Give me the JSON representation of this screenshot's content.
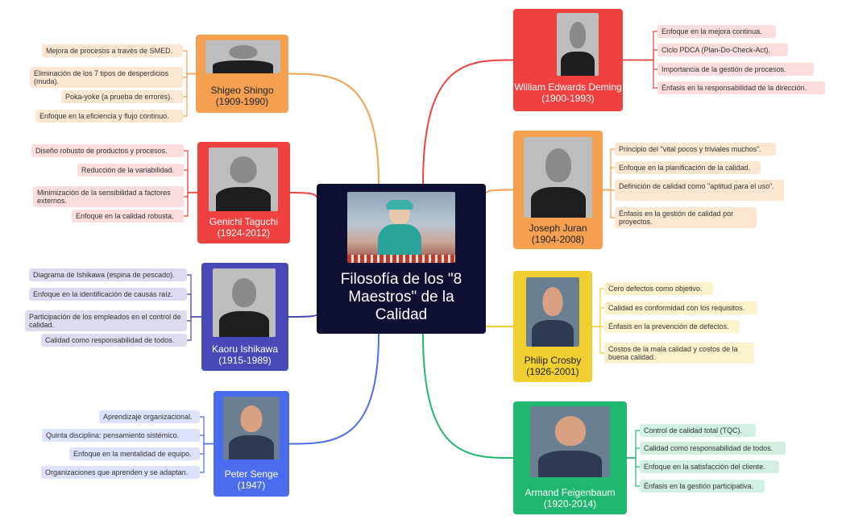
{
  "center": {
    "title": "Filosofía de los \"8 Maestros\" de la Calidad",
    "color": "#0d0f33"
  },
  "masters": [
    {
      "id": "deming",
      "name": "William Edwards Deming",
      "years": "(1900-1993)",
      "color": "#f04040",
      "leaf_bg": "#fcdcdc",
      "items": [
        "Enfoque en la mejora continua.",
        "Ciclo PDCA (Plan-Do-Check-Act).",
        "Importancia de la gestión de procesos.",
        "Énfasis en la responsabilidad de la dirección."
      ]
    },
    {
      "id": "juran",
      "name": "Joseph Juran",
      "years": "(1904-2008)",
      "color": "#f5a050",
      "leaf_bg": "#fde7d3",
      "items": [
        "Principio del \"vital pocos y triviales muchos\".",
        "Enfoque en la planificación de la calidad.",
        "Definición de calidad como \"aptitud para el uso\".",
        "Énfasis en la gestión de calidad por proyectos."
      ]
    },
    {
      "id": "crosby",
      "name": "Philip Crosby",
      "years": "(1926-2001)",
      "color": "#f0d030",
      "leaf_bg": "#fcf2cc",
      "items": [
        "Cero defectos como objetivo.",
        "Calidad es conformidad con los requisitos.",
        "Énfasis en la prevención de defectos.",
        "Costos de la mala calidad y costos de la buena calidad."
      ]
    },
    {
      "id": "feigenbaum",
      "name": "Armand Feigenbaum",
      "years": "(1920-2014)",
      "color": "#20b870",
      "leaf_bg": "#d2f0e0",
      "items": [
        "Control de calidad total (TQC).",
        "Calidad como responsabilidad de todos.",
        "Enfoque en la satisfacción del cliente.",
        "Énfasis en la gestión participativa."
      ]
    },
    {
      "id": "shingo",
      "name": "Shigeo Shingo",
      "years": "(1909-1990)",
      "color": "#f5a050",
      "leaf_bg": "#fde7d3",
      "items": [
        "Mejora de procesos a través de SMED.",
        "Eliminación de los 7 tipos de desperdicios (muda).",
        "Poka-yoke (a prueba de errores).",
        "Enfoque en la eficiencia y flujo continuo."
      ]
    },
    {
      "id": "taguchi",
      "name": "Genichi Taguchi",
      "years": "(1924-2012)",
      "color": "#f04040",
      "leaf_bg": "#fcdcdc",
      "items": [
        "Diseño robusto de productos y procesos.",
        "Reducción de la variabilidad.",
        "Minimización de la sensibilidad a factores externos.",
        "Enfoque en la calidad robusta."
      ]
    },
    {
      "id": "ishikawa",
      "name": "Kaoru Ishikawa",
      "years": "(1915-1989)",
      "color": "#4848b8",
      "leaf_bg": "#dcdcf0",
      "items": [
        "Diagrama de Ishikawa (espina de pescado).",
        "Enfoque en la identificación de causas raíz.",
        "Participación de los empleados en el control de calidad.",
        "Calidad como responsabilidad de todos."
      ]
    },
    {
      "id": "senge",
      "name": "Peter Senge",
      "years": "(1947)",
      "color": "#4c6cf0",
      "leaf_bg": "#dce2fc",
      "items": [
        "Aprendizaje organizacional.",
        "Quinta disciplina: pensamiento sistémico.",
        "Enfoque en la mentalidad de equipo.",
        "Organizaciones que aprenden y se adaptan."
      ]
    }
  ]
}
